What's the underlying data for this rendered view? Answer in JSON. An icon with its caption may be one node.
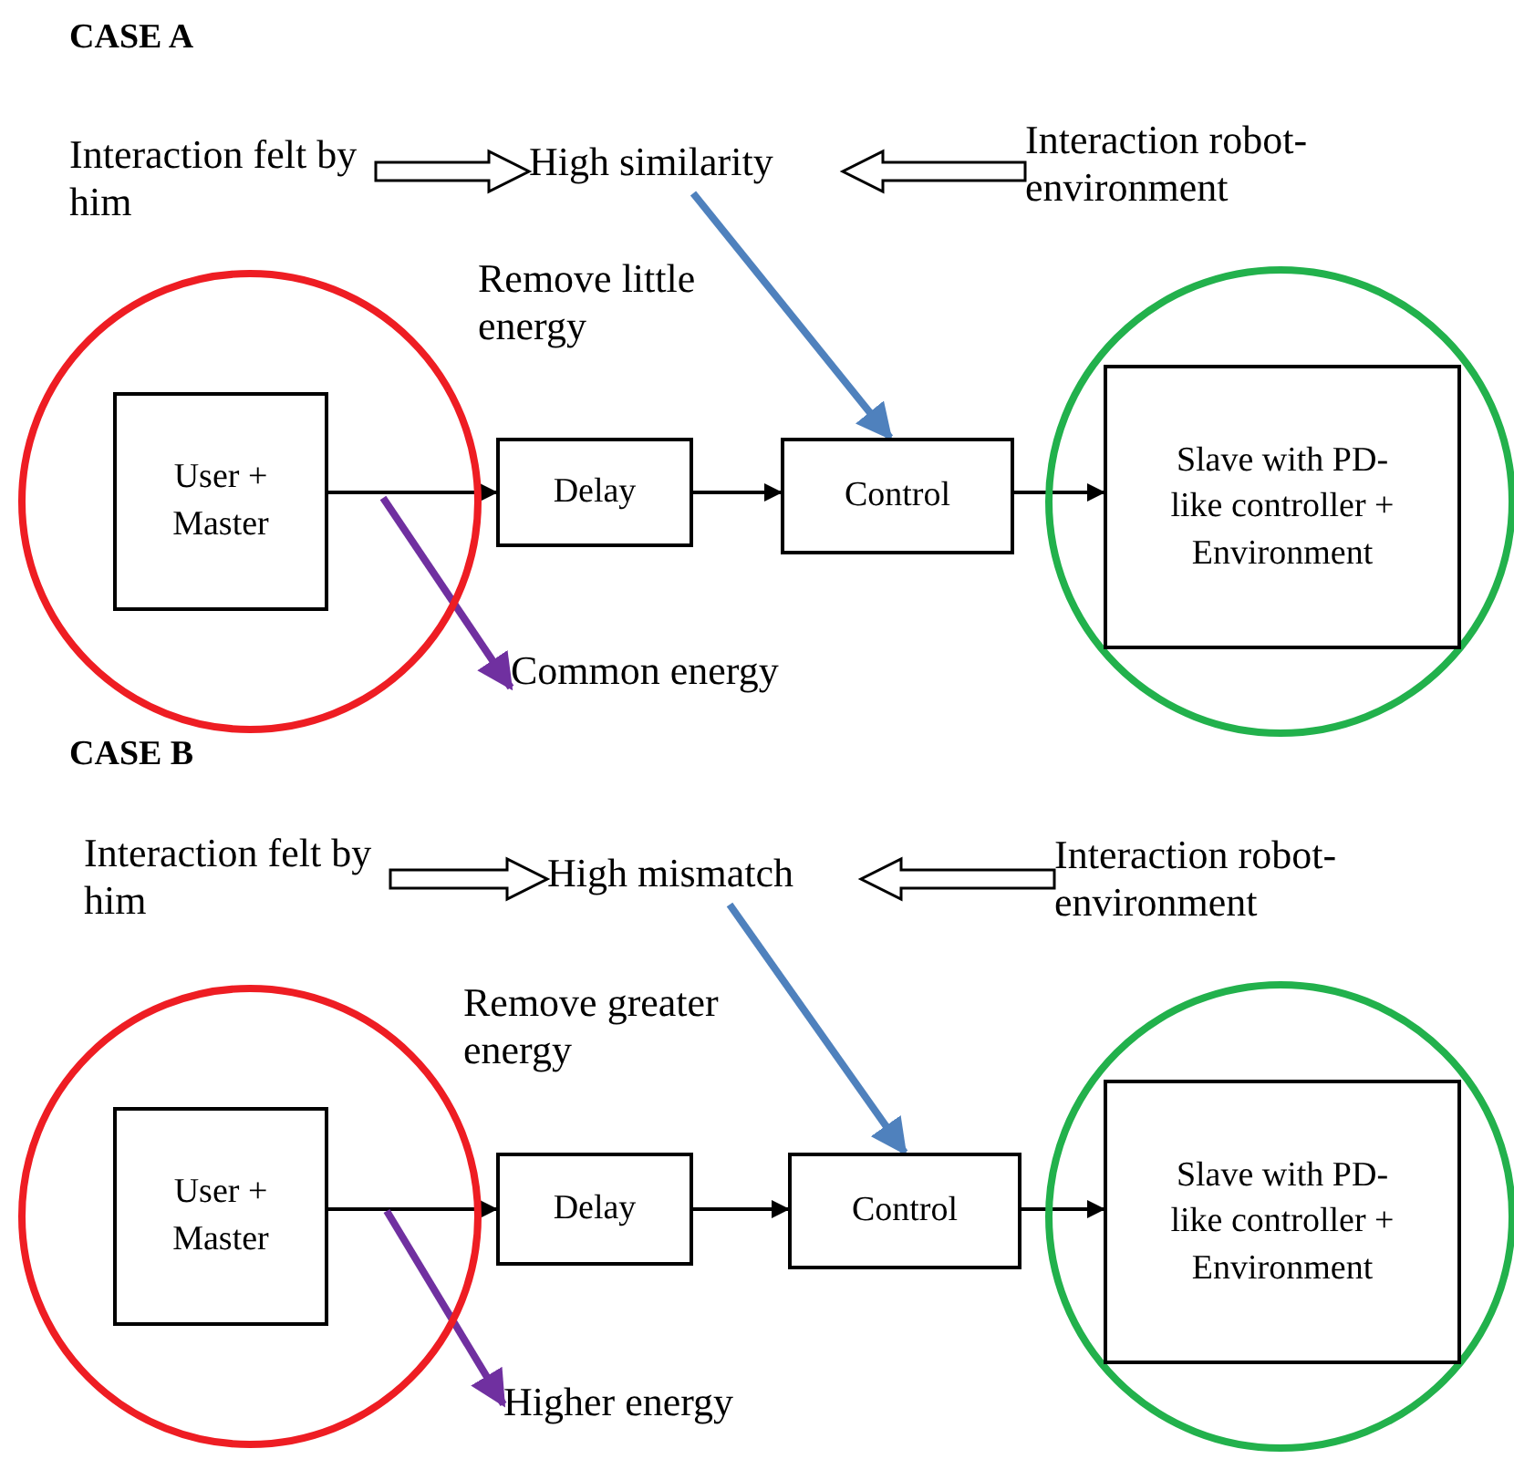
{
  "diagram": {
    "nodes": [
      {
        "text": [
          "Interaction felt by him"
        ]
      },
      {
        "text": [
          "High similarity"
        ]
      },
      {
        "text": [
          "Interaction robot-environment"
        ]
      },
      {
        "text": [],
        "shape": "circle"
      },
      {
        "text": [
          "User + Master"
        ],
        "in": 3
      },
      {
        "text": [
          "Delay"
        ]
      },
      {
        "text": [
          "Control"
        ]
      },
      {
        "text": [],
        "shape": "circle"
      },
      {
        "text": [
          "Slave with PD-like controller + Environment"
        ],
        "in": 7
      },
      {
        "text": [
          "Common energy"
        ]
      },
      {
        "text": [
          "Interaction felt by him"
        ]
      },
      {
        "text": [
          "High mismatch"
        ]
      },
      {
        "text": [
          "Interaction robot-environment"
        ]
      },
      {
        "text": [],
        "shape": "circle"
      },
      {
        "text": [
          "User + Master"
        ],
        "in": 13
      },
      {
        "text": [
          "Delay"
        ]
      },
      {
        "text": [
          "Control"
        ]
      },
      {
        "text": [],
        "shape": "circle"
      },
      {
        "text": [
          "Slave with PD-like controller + Environment"
        ],
        "in": 17
      },
      {
        "text": [
          "Higher energy"
        ]
      }
    ],
    "edges": [
      {
        "from": 0,
        "to": 1,
        "arrow": "to",
        "style": "thick"
      },
      {
        "from": 2,
        "to": 1,
        "arrow": "to",
        "style": "thick"
      },
      {
        "from": 1,
        "to": 6,
        "arrow": "to",
        "label": "Remove little energy",
        "style": "thick",
        "color": "#4f81bd"
      },
      {
        "from": 4,
        "to": 5,
        "arrow": "to"
      },
      {
        "from": 5,
        "to": 6,
        "arrow": "to"
      },
      {
        "from": 6,
        "to": 8,
        "arrow": "to"
      },
      {
        "from": null,
        "to": 9,
        "arrow": "to",
        "style": "thick",
        "color": "#7030a0"
      },
      {
        "from": 10,
        "to": 11,
        "arrow": "to",
        "style": "thick"
      },
      {
        "from": 12,
        "to": 11,
        "arrow": "to",
        "style": "thick"
      },
      {
        "from": 11,
        "to": 16,
        "arrow": "to",
        "label": "Remove greater energy",
        "style": "thick",
        "color": "#4f81bd"
      },
      {
        "from": 14,
        "to": 15,
        "arrow": "to"
      },
      {
        "from": 15,
        "to": 16,
        "arrow": "to"
      },
      {
        "from": 16,
        "to": 18,
        "arrow": "to"
      },
      {
        "from": null,
        "to": 19,
        "arrow": "to",
        "style": "thick",
        "color": "#7030a0"
      }
    ],
    "labels": [
      "CASE A",
      "CASE B"
    ]
  }
}
